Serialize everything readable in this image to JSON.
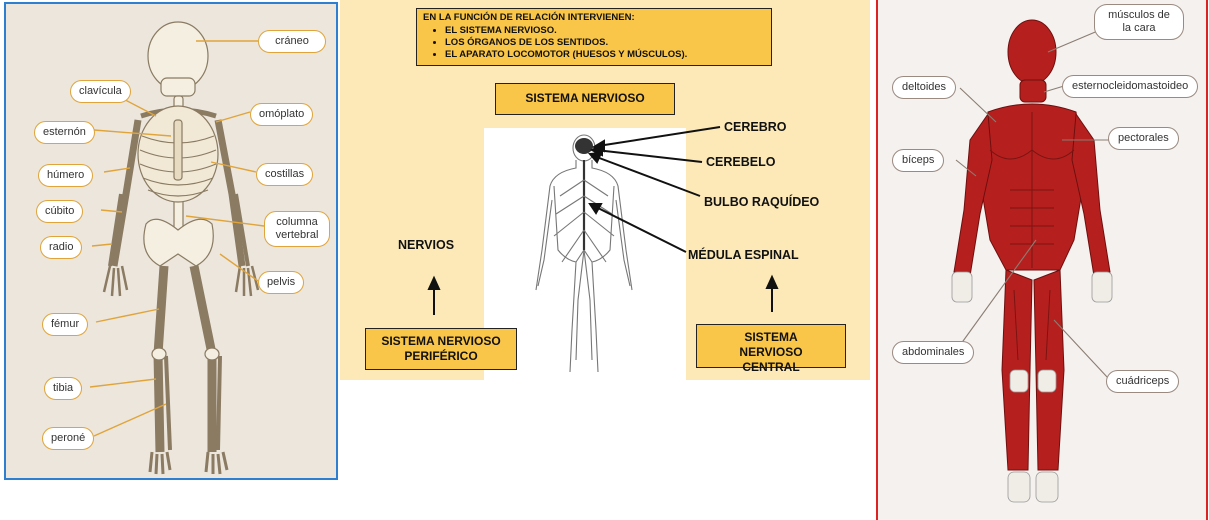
{
  "skeleton": {
    "labels": {
      "craneo": "cráneo",
      "clavicula": "clavícula",
      "omoplato": "omóplato",
      "esternon": "esternón",
      "humero": "húmero",
      "costillas": "costillas",
      "cubito": "cúbito",
      "columna": "columna vertebral",
      "radio": "radio",
      "pelvis": "pelvis",
      "femur": "fémur",
      "tibia": "tibia",
      "perone": "peroné"
    },
    "accent_color": "#e0a43a",
    "frame_color": "#2f7fd0"
  },
  "nervous": {
    "intro_title": "EN LA FUNCIÓN DE RELACIÓN INTERVIENEN:",
    "intro_items": [
      "EL SISTEMA NERVIOSO.",
      "LOS ÓRGANOS DE LOS SENTIDOS.",
      "EL APARATO LOCOMOTOR (HUESOS Y MÚSCULOS)."
    ],
    "heading": "SISTEMA NERVIOSO",
    "labels": {
      "cerebro": "CEREBRO",
      "cerebelo": "CEREBELO",
      "bulbo": "BULBO RAQUÍDEO",
      "medula": "MÉDULA ESPINAL",
      "nervios": "NERVIOS"
    },
    "peripheral": "SISTEMA NERVIOSO PERIFÉRICO",
    "central": "SISTEMA NERVIOSO CENTRAL",
    "box_color": "#f9c64a",
    "background_color": "#fce9b7"
  },
  "muscles": {
    "labels": {
      "cara": "músculos de la cara",
      "deltoides": "deltoides",
      "esterno": "esternocleidomastoideo",
      "pectorales": "pectorales",
      "biceps": "bíceps",
      "abdominales": "abdominales",
      "cuadriceps": "cuádriceps"
    },
    "muscle_color": "#b5201f",
    "frame_color": "#d22222"
  }
}
